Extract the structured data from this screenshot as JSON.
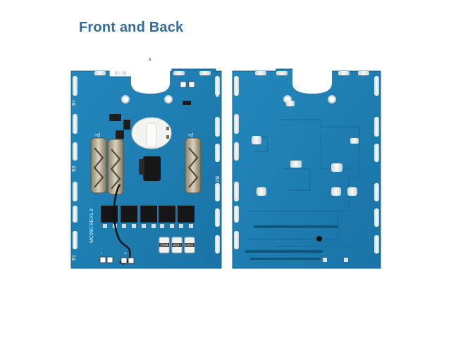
{
  "header": {
    "title": "Front and Back"
  },
  "front_board": {
    "silkscreen": {
      "b_plus": "B+",
      "b4": "B4",
      "b3": "B3",
      "b2": "B2",
      "b1": "B1",
      "b_minus": "B-",
      "model": "MC090 REV1.0",
      "cap_plus_left": "+d",
      "cap_plus_right": "+d",
      "minus": "-",
      "plus": "+"
    },
    "resistor_codes": [
      "330A",
      "R001",
      "R001"
    ]
  },
  "colors": {
    "title": "#2f6c9c",
    "pcb": "#1f7fb3",
    "pcb_dark": "#186c9a",
    "pad": "#e8ecee"
  }
}
